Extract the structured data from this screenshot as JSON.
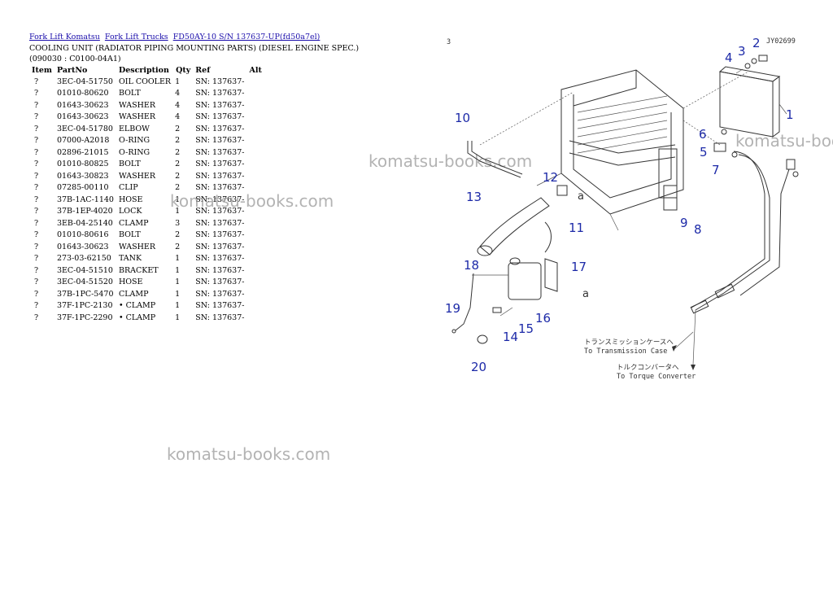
{
  "breadcrumb": [
    "Fork Lift Komatsu",
    "Fork Lift Trucks",
    "FD50AY-10 S/N 137637-UP(fd50a7el)"
  ],
  "page_heading": "COOLING UNIT (RADIATOR PIPING MOUNTING PARTS) (DIESEL ENGINE SPEC.)(090030 : C0100-04A1)",
  "table": {
    "headers": [
      "Item",
      "PartNo",
      "Description",
      "Qty",
      "Ref",
      "Alt"
    ],
    "rows": [
      {
        "item": "?",
        "partno": "3EC-04-51750",
        "description": "OIL COOLER",
        "qty": "1",
        "ref": "SN: 137637-"
      },
      {
        "item": "?",
        "partno": "01010-80620",
        "description": "BOLT",
        "qty": "4",
        "ref": "SN: 137637-"
      },
      {
        "item": "?",
        "partno": "01643-30623",
        "description": "WASHER",
        "qty": "4",
        "ref": "SN: 137637-"
      },
      {
        "item": "?",
        "partno": "01643-30623",
        "description": "WASHER",
        "qty": "4",
        "ref": "SN: 137637-"
      },
      {
        "item": "?",
        "partno": "3EC-04-51780",
        "description": "ELBOW",
        "qty": "2",
        "ref": "SN: 137637-"
      },
      {
        "item": "?",
        "partno": "07000-A2018",
        "description": "O-RING",
        "qty": "2",
        "ref": "SN: 137637-"
      },
      {
        "item": "?",
        "partno": "02896-21015",
        "description": "O-RING",
        "qty": "2",
        "ref": "SN: 137637-"
      },
      {
        "item": "?",
        "partno": "01010-80825",
        "description": "BOLT",
        "qty": "2",
        "ref": "SN: 137637-"
      },
      {
        "item": "?",
        "partno": "01643-30823",
        "description": "WASHER",
        "qty": "2",
        "ref": "SN: 137637-"
      },
      {
        "item": "?",
        "partno": "07285-00110",
        "description": "CLIP",
        "qty": "2",
        "ref": "SN: 137637-"
      },
      {
        "item": "?",
        "partno": "37B-1AC-1140",
        "description": "HOSE",
        "qty": "1",
        "ref": "SN: 137637-"
      },
      {
        "item": "?",
        "partno": "37B-1EP-4020",
        "description": "LOCK",
        "qty": "1",
        "ref": "SN: 137637-"
      },
      {
        "item": "?",
        "partno": "3EB-04-25140",
        "description": "CLAMP",
        "qty": "3",
        "ref": "SN: 137637-"
      },
      {
        "item": "?",
        "partno": "01010-80616",
        "description": "BOLT",
        "qty": "2",
        "ref": "SN: 137637-"
      },
      {
        "item": "?",
        "partno": "01643-30623",
        "description": "WASHER",
        "qty": "2",
        "ref": "SN: 137637-"
      },
      {
        "item": "?",
        "partno": "273-03-62150",
        "description": "TANK",
        "qty": "1",
        "ref": "SN: 137637-"
      },
      {
        "item": "?",
        "partno": "3EC-04-51510",
        "description": "BRACKET",
        "qty": "1",
        "ref": "SN: 137637-"
      },
      {
        "item": "?",
        "partno": "3EC-04-51520",
        "description": "HOSE",
        "qty": "1",
        "ref": "SN: 137637-"
      },
      {
        "item": "?",
        "partno": "37B-1PC-5470",
        "description": "CLAMP",
        "qty": "1",
        "ref": "SN: 137637-"
      },
      {
        "item": "?",
        "partno": "37F-1PC-2130",
        "description": "• CLAMP",
        "qty": "1",
        "ref": "SN: 137637-"
      },
      {
        "item": "?",
        "partno": "37F-1PC-2290",
        "description": "• CLAMP",
        "qty": "1",
        "ref": "SN: 137637-"
      }
    ]
  },
  "watermark_text": "komatsu-books.com",
  "diagram": {
    "page_marker": "3",
    "drawing_code": "JY02699",
    "view_letter": "a",
    "callouts": [
      "1",
      "2",
      "3",
      "4",
      "5",
      "6",
      "7",
      "8",
      "9",
      "10",
      "11",
      "12",
      "13",
      "14",
      "15",
      "16",
      "17",
      "18",
      "19",
      "20"
    ],
    "label_transmission_jp": "トランスミッションケースへ",
    "label_transmission_en": "To Transmission Case",
    "label_converter_jp": "トルクコンバータへ",
    "label_converter_en": "To Torque Converter"
  },
  "colors": {
    "link": "#1a0dab",
    "callout": "#1d2aa8",
    "watermark": "#9a9a9a"
  }
}
